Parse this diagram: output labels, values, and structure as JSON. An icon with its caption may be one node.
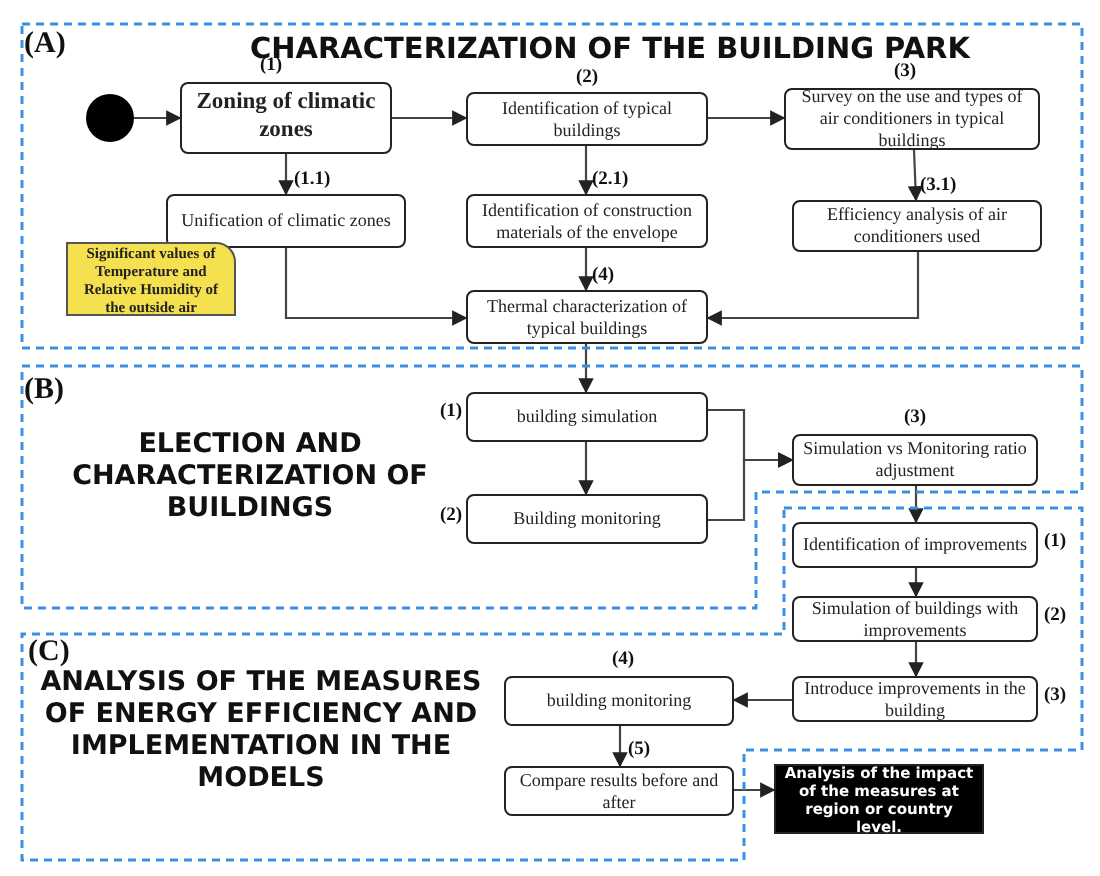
{
  "diagram": {
    "nodes": [
      {
        "text": [
          "(A)",
          "CHARACTERIZATION OF THE BUILDING PARK"
        ]
      },
      {
        "text": [],
        "shape": "circle",
        "in": 0
      },
      {
        "text": [
          "Zoning of climatic zones"
        ],
        "beside": [
          "(1)"
        ],
        "in": 0
      },
      {
        "text": [
          "Identification of typical buildings"
        ],
        "beside": [
          "(2)"
        ],
        "in": 0
      },
      {
        "text": [
          "Survey on the use and types of air conditioners in typical buildings"
        ],
        "beside": [
          "(3)"
        ],
        "in": 0
      },
      {
        "text": [
          "Unification of climatic zones"
        ],
        "beside": [
          "(1.1)"
        ],
        "in": 0
      },
      {
        "text": [
          "Significant values of Temperature and Relative Humidity of the outside air"
        ],
        "in": 0
      },
      {
        "text": [
          "Identification of construction materials of the envelope"
        ],
        "beside": [
          "(2.1)"
        ],
        "in": 0
      },
      {
        "text": [
          "Efficiency analysis of air conditioners used"
        ],
        "beside": [
          "(3.1)"
        ],
        "in": 0
      },
      {
        "text": [
          "Thermal characterization of typical buildings"
        ],
        "beside": [
          "(4)"
        ],
        "in": 0
      },
      {
        "text": [
          "(B)",
          "ELECTION AND CHARACTERIZATION OF BUILDINGS"
        ]
      },
      {
        "text": [
          "building simulation"
        ],
        "beside": [
          "(1)"
        ],
        "in": 10
      },
      {
        "text": [
          "Building monitoring"
        ],
        "beside": [
          "(2)"
        ],
        "in": 10
      },
      {
        "text": [
          "Simulation vs Monitoring ratio adjustment"
        ],
        "beside": [
          "(3)"
        ],
        "in": 10
      },
      {
        "text": [
          "(C)",
          "ANALYSIS OF THE MEASURES OF ENERGY EFFICIENCY AND IMPLEMENTATION IN THE MODELS"
        ]
      },
      {
        "text": [
          "Identification of improvements"
        ],
        "beside": [
          "(1)"
        ],
        "in": 14
      },
      {
        "text": [
          "Simulation of buildings with improvements"
        ],
        "beside": [
          "(2)"
        ],
        "in": 14
      },
      {
        "text": [
          "Introduce improvements in the building"
        ],
        "beside": [
          "(3)"
        ],
        "in": 14
      },
      {
        "text": [
          "building monitoring"
        ],
        "beside": [
          "(4)"
        ],
        "in": 14
      },
      {
        "text": [
          "Compare results before and after"
        ],
        "beside": [
          "(5)"
        ],
        "in": 14
      },
      {
        "text": [
          "Analysis of the impact of the measures at region or country level."
        ]
      }
    ],
    "edges": [
      {
        "from": 1,
        "to": 2,
        "arrow": "to"
      },
      {
        "from": 2,
        "to": 3,
        "arrow": "to"
      },
      {
        "from": 3,
        "to": 4,
        "arrow": "to"
      },
      {
        "from": 2,
        "to": 5,
        "arrow": "to"
      },
      {
        "from": 3,
        "to": 7,
        "arrow": "to"
      },
      {
        "from": 4,
        "to": 8,
        "arrow": "to"
      },
      {
        "from": 5,
        "to": 9,
        "arrow": "to"
      },
      {
        "from": 7,
        "to": 9,
        "arrow": "to"
      },
      {
        "from": 8,
        "to": 9,
        "arrow": "to"
      },
      {
        "from": 9,
        "to": 11,
        "arrow": "to"
      },
      {
        "from": 11,
        "to": 12,
        "arrow": "to"
      },
      {
        "from": 11,
        "to": 13,
        "arrow": "to"
      },
      {
        "from": 12,
        "to": 13,
        "arrow": "to"
      },
      {
        "from": 13,
        "to": 15,
        "arrow": "to"
      },
      {
        "from": 15,
        "to": 16,
        "arrow": "to"
      },
      {
        "from": 16,
        "to": 17,
        "arrow": "to"
      },
      {
        "from": 17,
        "to": 18,
        "arrow": "to"
      },
      {
        "from": 18,
        "to": 19,
        "arrow": "to"
      },
      {
        "from": 19,
        "to": 20,
        "arrow": "to"
      }
    ]
  }
}
